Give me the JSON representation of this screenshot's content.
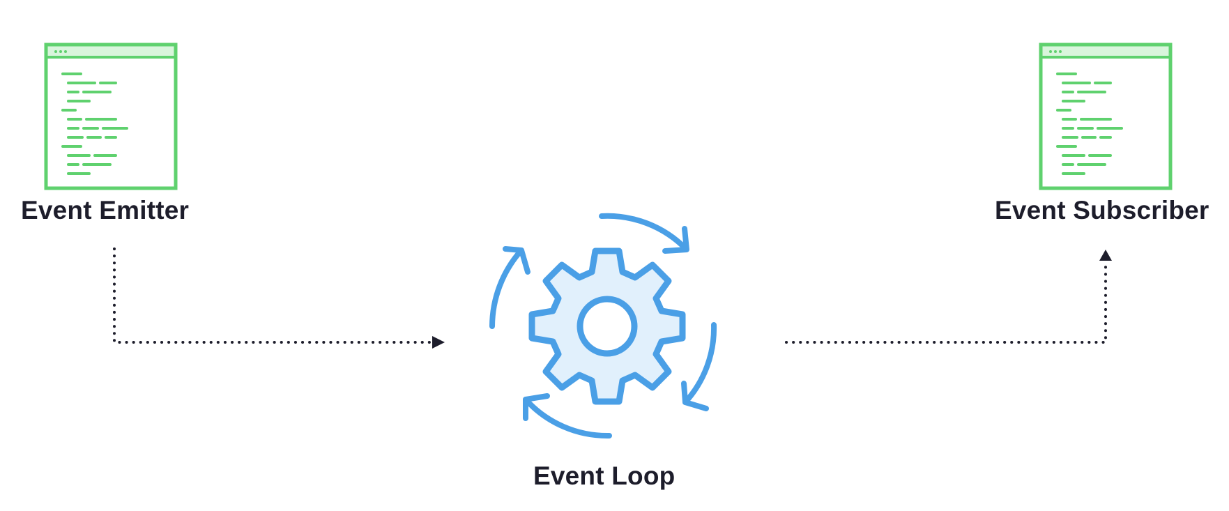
{
  "nodes": {
    "emitter": {
      "label": "Event Emitter",
      "icon": "code-window-icon"
    },
    "loop": {
      "label": "Event Loop",
      "icon": "gear-cycle-icon"
    },
    "subscriber": {
      "label": "Event Subscriber",
      "icon": "code-window-icon"
    }
  },
  "edges": [
    {
      "from": "emitter",
      "to": "loop",
      "style": "dotted"
    },
    {
      "from": "loop",
      "to": "subscriber",
      "style": "dotted"
    }
  ],
  "colors": {
    "code_window": "#5fd16e",
    "code_window_bar": "#d9f5dc",
    "gear_stroke": "#4a9fe6",
    "gear_fill": "#e1f0fc",
    "arrow": "#1d1d2b",
    "label": "#1d1d2b"
  }
}
